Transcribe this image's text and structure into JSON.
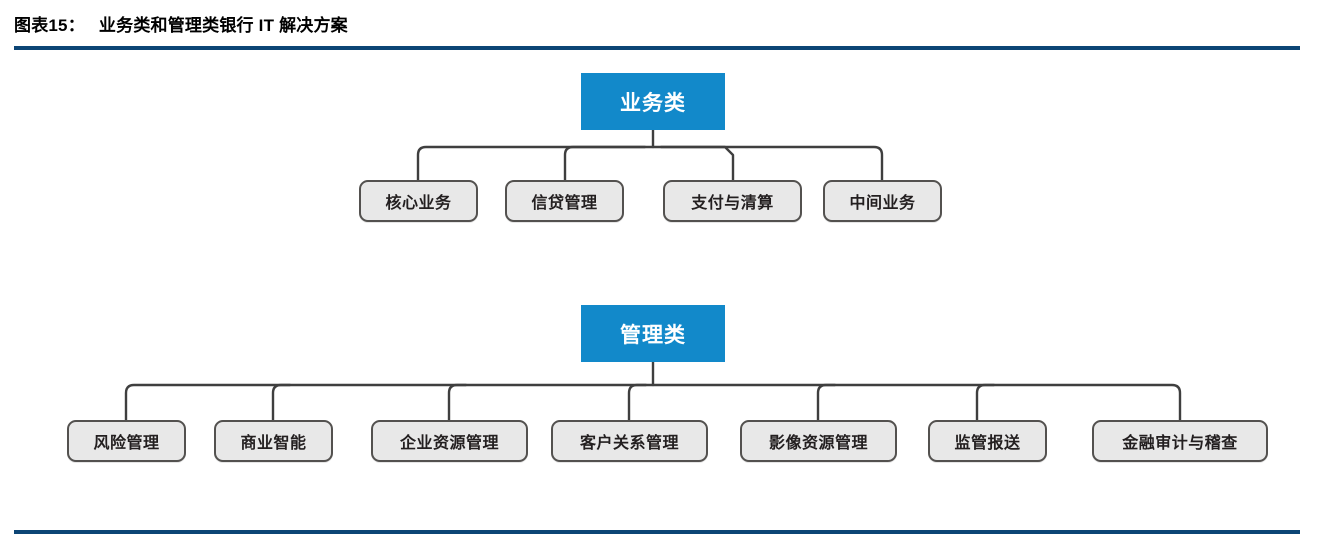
{
  "title": {
    "label": "图表15：",
    "text": "业务类和管理类银行 IT 解决方案"
  },
  "colors": {
    "rule": "#0c4575",
    "root_fill": "#1289ca",
    "root_text": "#ffffff",
    "leaf_fill": "#e8e8e8",
    "leaf_border": "#53514f",
    "connector": "#3f3f3f"
  },
  "diagram": {
    "type": "org-tree",
    "trees": [
      {
        "root": "业务类",
        "children": [
          "核心业务",
          "信贷管理",
          "支付与清算",
          "中间业务"
        ]
      },
      {
        "root": "管理类",
        "children": [
          "风险管理",
          "商业智能",
          "企业资源管理",
          "客户关系管理",
          "影像资源管理",
          "监管报送",
          "金融审计与稽查"
        ]
      }
    ]
  }
}
